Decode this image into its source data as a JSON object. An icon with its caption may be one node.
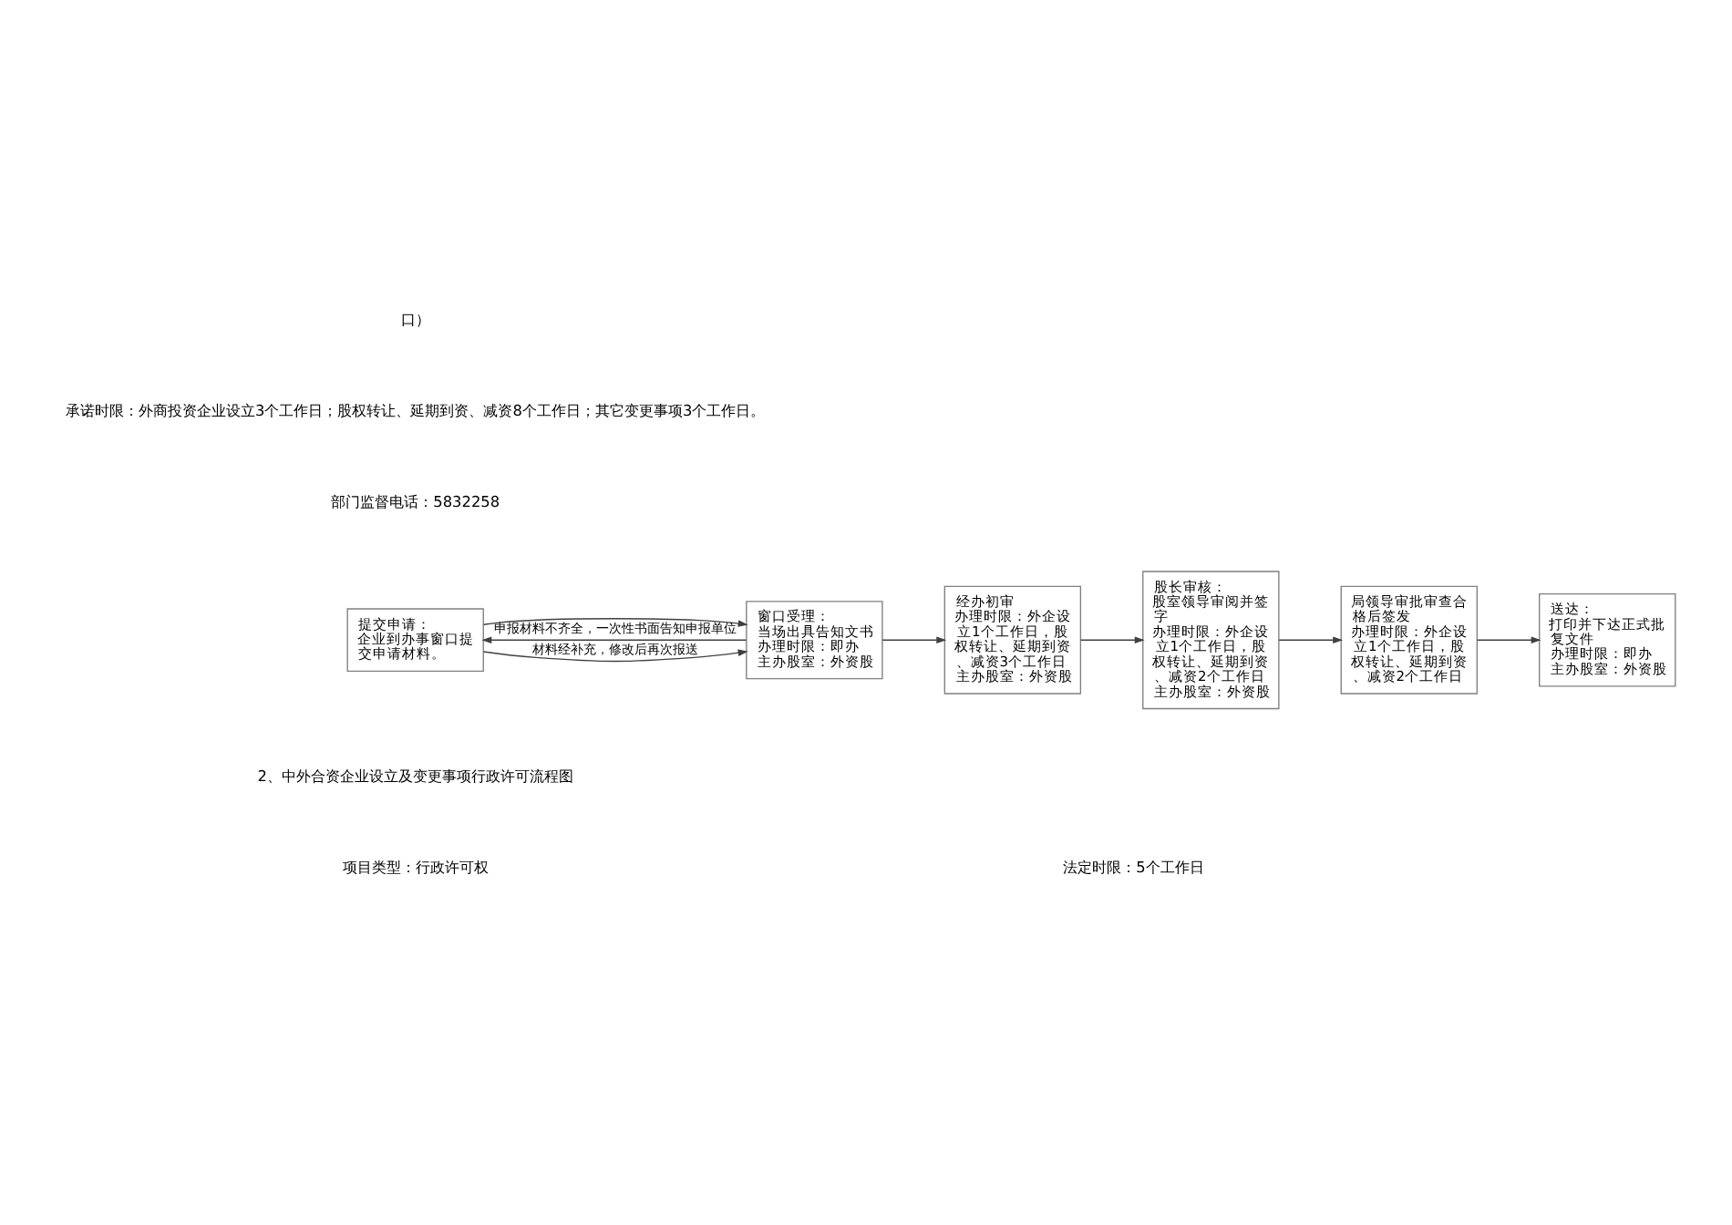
{
  "diagram": {
    "nodes": [
      {
        "text": [
          "提交申请：",
          "企业到办事窗口提交申请材料。"
        ]
      },
      {
        "text": [
          "窗口受理：",
          "当场出具告知文书",
          "办理时限：即办",
          "主办股室：外资股"
        ]
      },
      {
        "text": [
          "经办初审",
          "办理时限：外企设立1个工作日，股权转让、延期到资、减资3个工作日",
          "主办股室：外资股"
        ]
      },
      {
        "text": [
          "股长审核：",
          "股室领导审阅并签字",
          "办理时限：外企设立1个工作日，股权转让、延期到资、减资2个工作日",
          "主办股室：外资股"
        ]
      },
      {
        "text": [
          "局领导审批审查合格后签发",
          "办理时限：外企设立1个工作日，股权转让、延期到资、减资2个工作日"
        ]
      },
      {
        "text": [
          "送达：",
          "打印并下达正式批复文件",
          "办理时限：即办",
          "主办股室：外资股"
        ]
      }
    ],
    "edges": [
      {
        "from": 1,
        "to": 0,
        "arrow": "to",
        "label": "申报材料不齐全，一次性书面告知申报单位"
      },
      {
        "from": 0,
        "to": 1,
        "arrow": "to",
        "label": "材料经补充，修改后再次报送"
      },
      {
        "from": 0,
        "to": 1,
        "arrow": "to"
      },
      {
        "from": 1,
        "to": 2,
        "arrow": "to"
      },
      {
        "from": 2,
        "to": 3,
        "arrow": "to"
      },
      {
        "from": 3,
        "to": 4,
        "arrow": "to"
      },
      {
        "from": 4,
        "to": 5,
        "arrow": "to"
      }
    ],
    "labels": [
      "口）",
      "承诺时限：外商投资企业设立3个工作日；股权转让、延期到资、减资8个工作日；其它变更事项3个工作日。",
      "部门监督电话：5832258",
      "2、中外合资企业设立及变更事项行政许可流程图",
      "项目类型：行政许可权",
      "法定时限：5个工作日"
    ]
  }
}
